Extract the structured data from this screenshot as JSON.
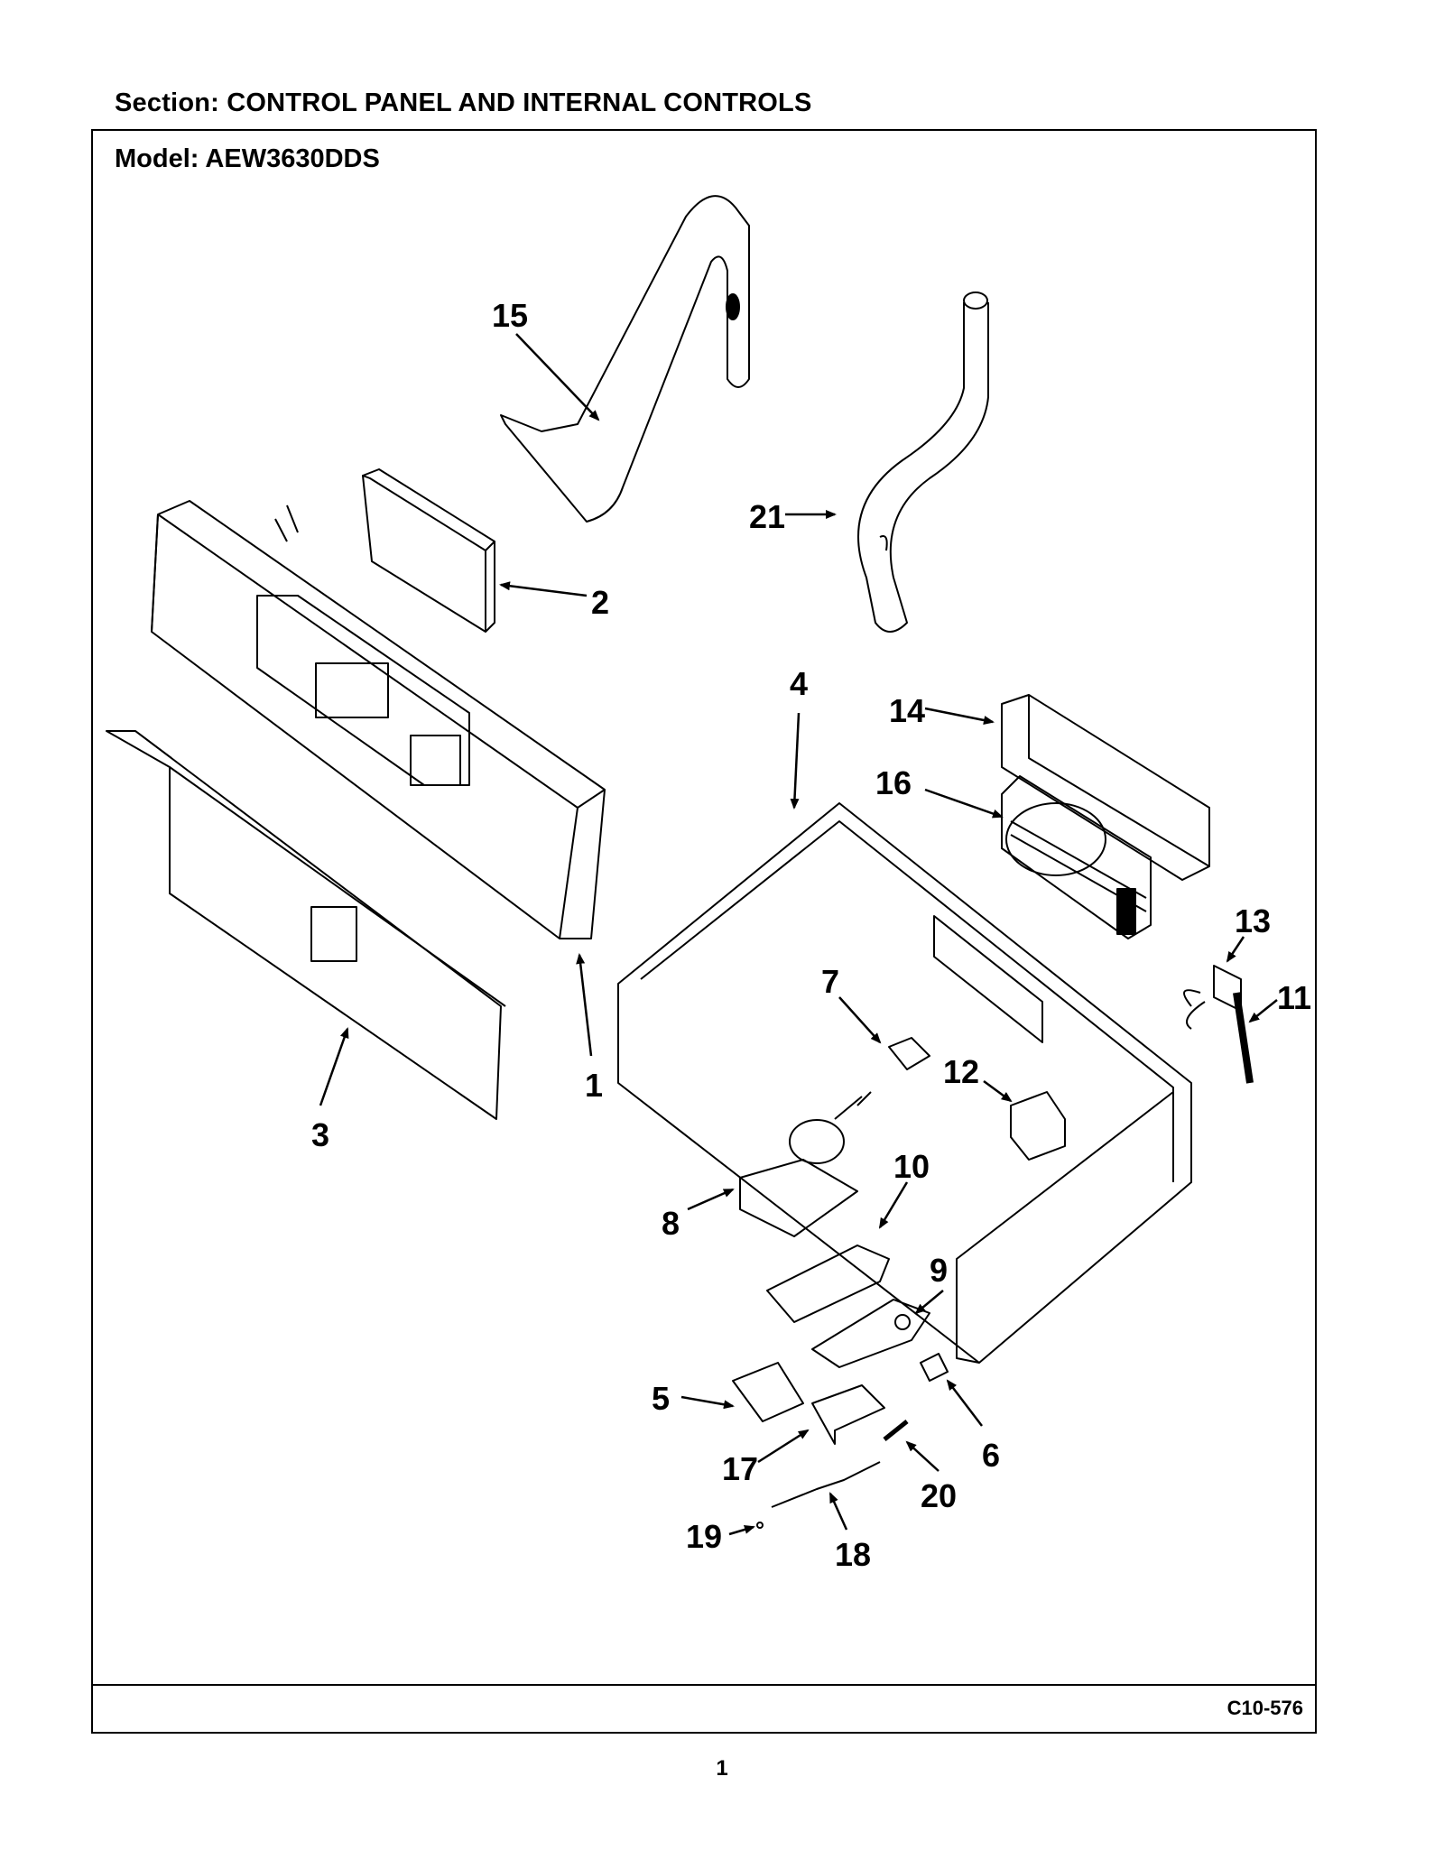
{
  "header": {
    "section_label": "Section:  CONTROL PANEL AND INTERNAL CONTROLS",
    "model_label": "Model:  AEW3630DDS"
  },
  "footer": {
    "diagram_code": "C10-576",
    "page_number": "1"
  },
  "callouts": [
    "1",
    "2",
    "3",
    "4",
    "5",
    "6",
    "7",
    "8",
    "9",
    "10",
    "11",
    "12",
    "13",
    "14",
    "15",
    "16",
    "17",
    "18",
    "19",
    "20",
    "21"
  ]
}
